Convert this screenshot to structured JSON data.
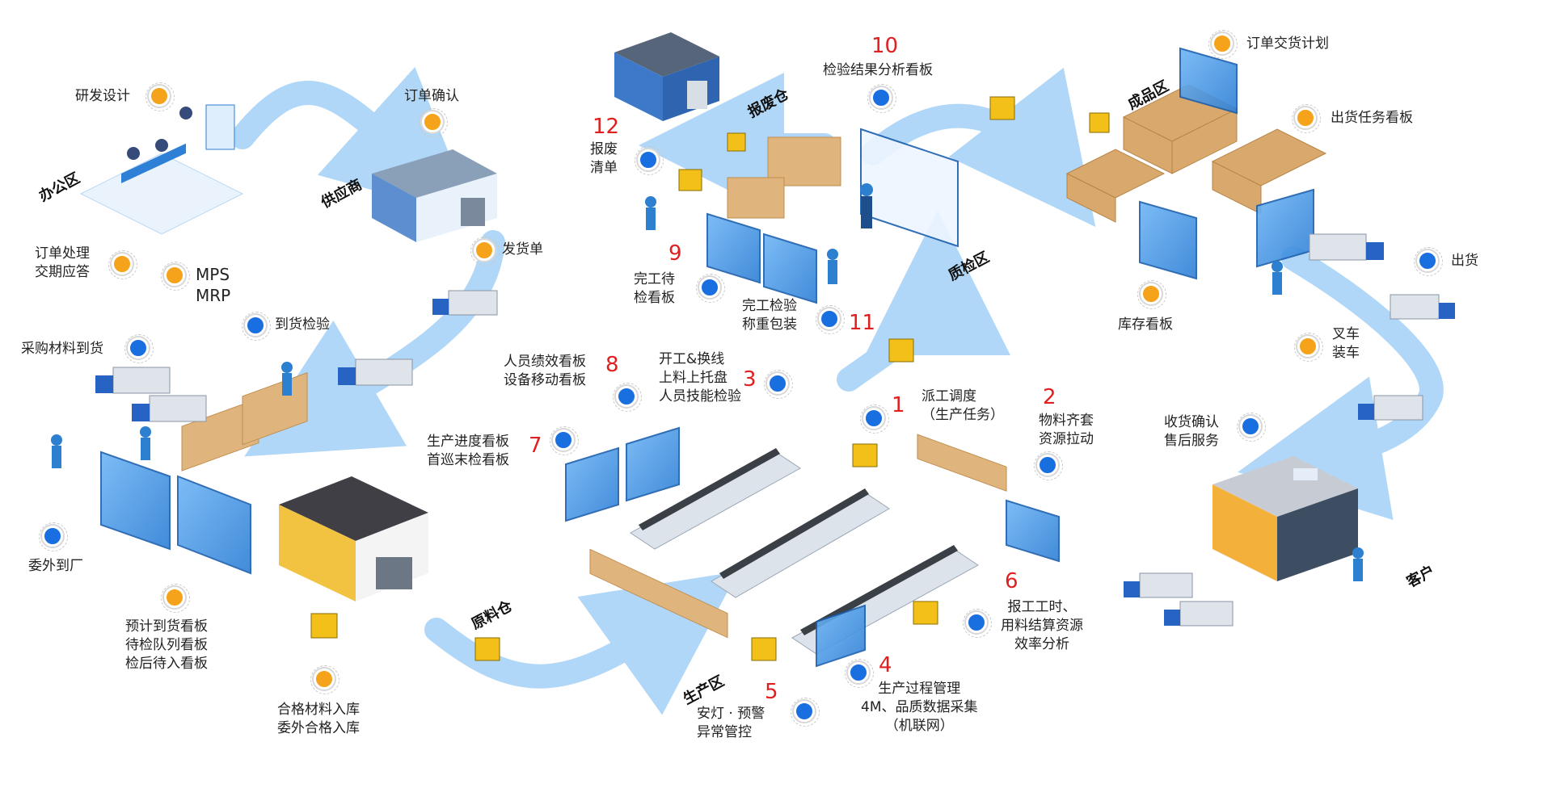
{
  "colors": {
    "flow": "#a8d3f7",
    "dot_orange": "#f5a31a",
    "dot_blue": "#1a6fe0",
    "number": "#e02020",
    "screen": "#4a9de8"
  },
  "zones": {
    "office": "办公区",
    "supplier": "供应商",
    "scrap": "报废仓",
    "qc": "质检区",
    "finished": "成品区",
    "raw": "原料仓",
    "production": "生产区",
    "customer": "客户"
  },
  "labels": {
    "rd": "研发设计",
    "order_confirm": "订单确认",
    "order_process": [
      "订单处理",
      "交期应答"
    ],
    "mps_mrp": [
      "MPS",
      "MRP"
    ],
    "ship_note": "发货单",
    "arrival_check": "到货检验",
    "purchase_arrival": "采购材料到货",
    "outsource_arrival": "委外到厂",
    "boards_arrival": [
      "预计到货看板",
      "待检队列看板",
      "检后待入看板"
    ],
    "qualified_in": [
      "合格材料入库",
      "委外合格入库"
    ],
    "dispatch": [
      "派工调度",
      "（生产任务）"
    ],
    "material_pull": [
      "物料齐套",
      "资源拉动"
    ],
    "start_line": [
      "开工&换线",
      "上料上托盘",
      "人员技能检验"
    ],
    "staff_boards": [
      "人员绩效看板",
      "设备移动看板"
    ],
    "progress_boards": [
      "生产进度看板",
      "首巡末检看板"
    ],
    "process_mgmt": [
      "生产过程管理",
      "4M、品质数据采集",
      "（机联网）"
    ],
    "andon": [
      "安灯 · 预警",
      "异常管控"
    ],
    "report_work": [
      "报工工时、",
      "用料结算资源",
      "效率分析"
    ],
    "finish_wait": [
      "完工待",
      "检看板"
    ],
    "finish_check": [
      "完工检验",
      "称重包装"
    ],
    "inspection_board": "检验结果分析看板",
    "scrap_list": [
      "报废",
      "清单"
    ],
    "delivery_plan": "订单交货计划",
    "ship_task": "出货任务看板",
    "inventory_board": "库存看板",
    "forklift_load": [
      "叉车",
      "装车"
    ],
    "ship_out": "出货",
    "receipt": [
      "收货确认",
      "售后服务"
    ]
  },
  "numbers": {
    "n1": "1",
    "n2": "2",
    "n3": "3",
    "n4": "4",
    "n5": "5",
    "n6": "6",
    "n7": "7",
    "n8": "8",
    "n9": "9",
    "n10": "10",
    "n11": "11",
    "n12": "12"
  }
}
